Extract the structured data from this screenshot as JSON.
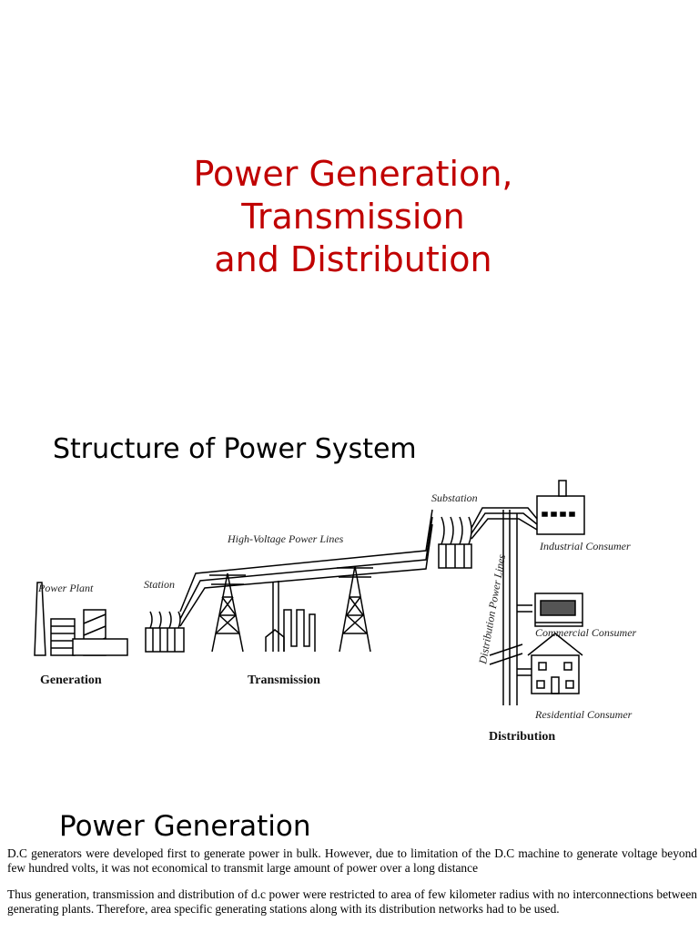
{
  "slide_title": {
    "line1": "Power Generation,",
    "line2": "Transmission",
    "line3": "and Distribution"
  },
  "structure_heading": "Structure of Power System",
  "diagram": {
    "labels": {
      "power_plant": "Power Plant",
      "station": "Station",
      "high_voltage_lines": "High-Voltage Power Lines",
      "substation": "Substation",
      "distribution_lines": "Distribution Power Lines",
      "industrial": "Industrial Consumer",
      "commercial": "Commercial Consumer",
      "residential": "Residential Consumer"
    },
    "sections": {
      "generation": "Generation",
      "transmission": "Transmission",
      "distribution": "Distribution"
    }
  },
  "power_generation": {
    "heading": "Power Generation",
    "paragraph1": "D.C generators were developed first to generate power in bulk. However, due to limitation of the D.C machine to generate voltage beyond few hundred volts, it was not economical to transmit large amount of power over a long distance",
    "paragraph2": "Thus generation, transmission and distribution of d.c power were restricted to area of few kilometer radius with no interconnections between generating plants. Therefore, area specific generating stations along with its distribution networks had to be used."
  }
}
